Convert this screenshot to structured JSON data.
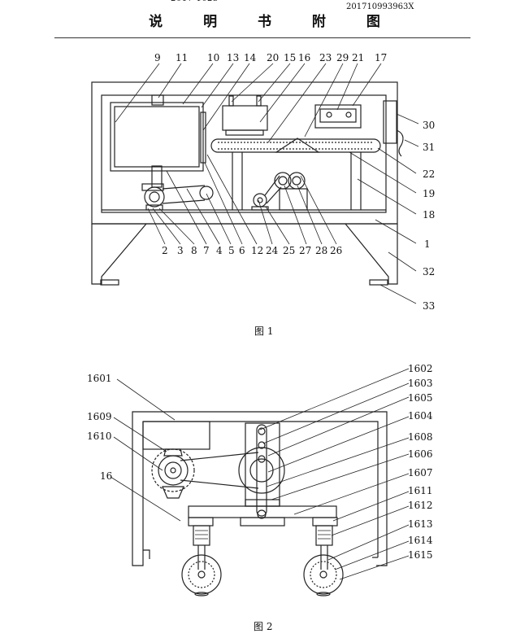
{
  "header": {
    "date_fragment": "2017-1023",
    "doc_number": "201710993963X",
    "title": "说 明 书 附 图"
  },
  "figure1": {
    "caption": "图 1",
    "labels_top": [
      "9",
      "11",
      "10",
      "13",
      "14",
      "20",
      "15",
      "16",
      "23",
      "29",
      "21",
      "17"
    ],
    "labels_bottom": [
      "2",
      "3",
      "8",
      "7",
      "4",
      "5",
      "6",
      "12",
      "24",
      "25",
      "27",
      "28",
      "26"
    ],
    "labels_right": [
      "30",
      "31",
      "22",
      "19",
      "18",
      "1",
      "32",
      "33"
    ]
  },
  "figure2": {
    "caption": "图 2",
    "labels_left": [
      "1601",
      "1609",
      "1610",
      "16"
    ],
    "labels_right": [
      "1602",
      "1603",
      "1605",
      "1604",
      "1608",
      "1606",
      "1607",
      "1611",
      "1612",
      "1613",
      "1614",
      "1615"
    ]
  }
}
